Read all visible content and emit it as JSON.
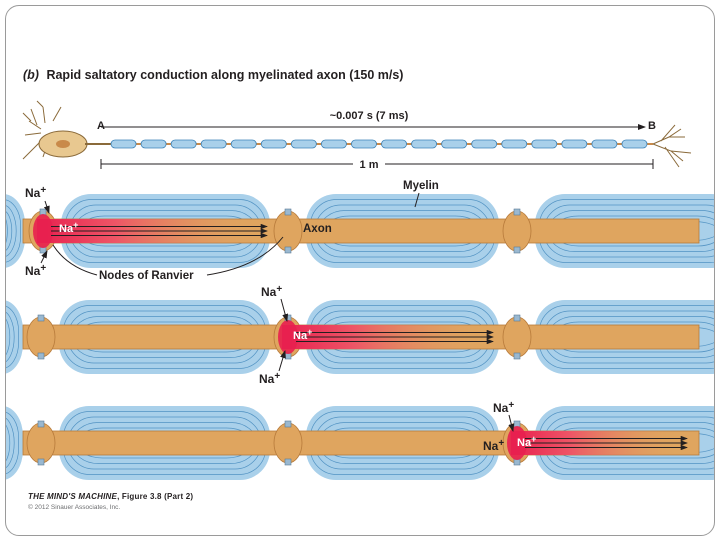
{
  "figure": {
    "panel_letter": "(b)",
    "title": "Rapid saltatory conduction along myelinated axon (150 m/s)",
    "time_label": "~0.007 s (7 ms)",
    "point_a": "A",
    "point_b": "B",
    "distance_label": "1 m",
    "labels": {
      "myelin": "Myelin",
      "axon": "Axon",
      "nodes_of_ranvier": "Nodes of Ranvier",
      "sodium_ion": "Na+",
      "sodium_symbol": "Na",
      "sodium_charge": "+"
    },
    "colors": {
      "axon": "#dfa55f",
      "axon_edge": "#b77a3a",
      "myelin": "#a9d0ea",
      "myelin_line": "#3c83b9",
      "signal": "#e8204f",
      "text": "#231f20"
    }
  },
  "caption": {
    "book": "THE MIND'S MACHINE",
    "figure_ref": ", Figure 3.8 (Part 2)",
    "copyright": "© 2012 Sinauer Associates, Inc."
  }
}
